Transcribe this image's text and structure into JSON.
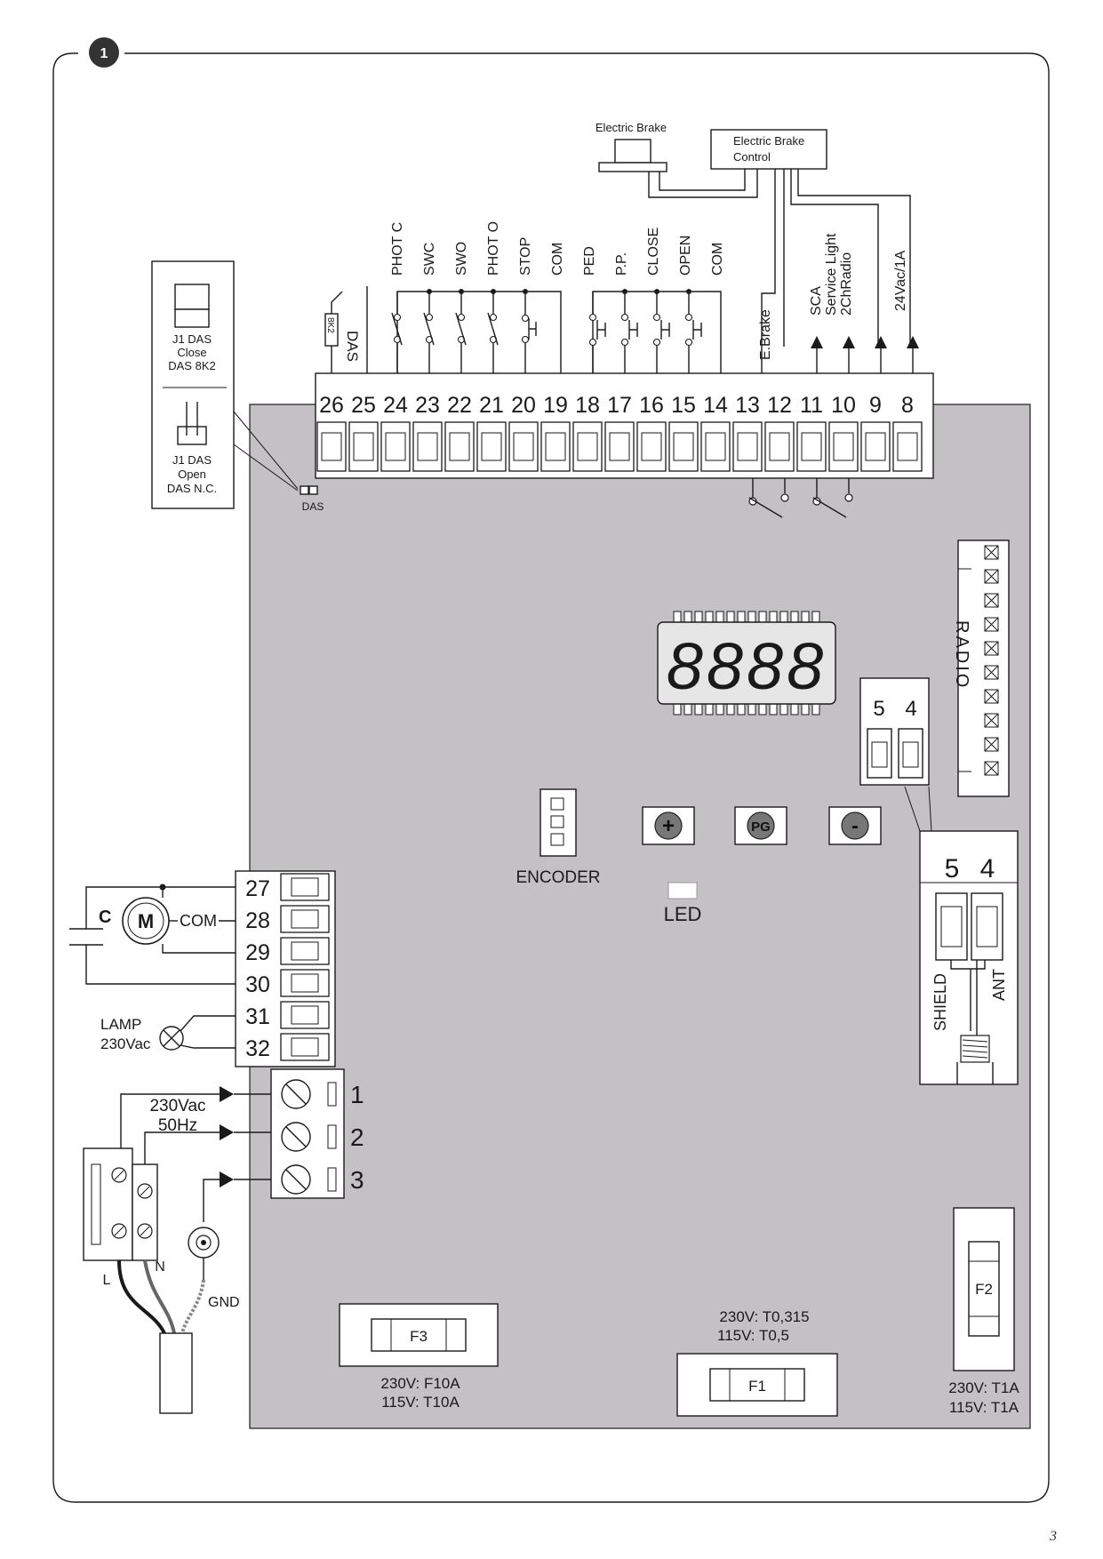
{
  "figure": {
    "number": "1"
  },
  "page_number": "3",
  "electric_brake": {
    "device_label": "Electric Brake",
    "control_label_line1": "Electric Brake",
    "control_label_line2": "Control"
  },
  "jumper": {
    "close_line1": "J1 DAS",
    "close_line2": "Close",
    "close_line3": "DAS 8K2",
    "open_line1": "J1 DAS",
    "open_line2": "Open",
    "open_line3": "DAS N.C.",
    "board_label": "DAS"
  },
  "das_input": {
    "label": "DAS",
    "resistor": "8K2"
  },
  "top_terminals": [
    "26",
    "25",
    "24",
    "23",
    "22",
    "21",
    "20",
    "19",
    "18",
    "17",
    "16",
    "15",
    "14",
    "13",
    "12",
    "11",
    "10",
    "9",
    "8"
  ],
  "top_terminal_labels": [
    {
      "id": "phot-c",
      "text": "PHOT C"
    },
    {
      "id": "swc",
      "text": "SWC"
    },
    {
      "id": "swo",
      "text": "SWO"
    },
    {
      "id": "phot-o",
      "text": "PHOT O"
    },
    {
      "id": "stop",
      "text": "STOP"
    },
    {
      "id": "com-1",
      "text": "COM"
    },
    {
      "id": "ped",
      "text": "PED"
    },
    {
      "id": "pp",
      "text": "P.P."
    },
    {
      "id": "close",
      "text": "CLOSE"
    },
    {
      "id": "open",
      "text": "OPEN"
    },
    {
      "id": "com-2",
      "text": "COM"
    },
    {
      "id": "ebrake",
      "text": "E.Brake"
    },
    {
      "id": "sca",
      "text": "SCA"
    },
    {
      "id": "service-light",
      "text": "Service Light"
    },
    {
      "id": "2chradio",
      "text": "2ChRadio"
    },
    {
      "id": "24vac",
      "text": "24Vac/1A"
    }
  ],
  "display": {
    "digits": "8888"
  },
  "radio": {
    "label": "RADIO"
  },
  "antenna": {
    "small_pins": [
      "5",
      "4"
    ],
    "big_pins": [
      "5",
      "4"
    ],
    "shield": "SHIELD",
    "ant": "ANT"
  },
  "encoder": {
    "label": "ENCODER"
  },
  "buttons": {
    "plus": "+",
    "pg": "PG",
    "minus": "-"
  },
  "led": {
    "label": "LED"
  },
  "motor_terminals": [
    "27",
    "28",
    "29",
    "30",
    "31",
    "32"
  ],
  "motor": {
    "symbol": "M",
    "com": "COM",
    "capacitor": "C"
  },
  "lamp": {
    "line1": "LAMP",
    "line2": "230Vac"
  },
  "power": {
    "terminals": [
      "1",
      "2",
      "3"
    ],
    "line1": "230Vac",
    "line2": "50Hz",
    "L": "L",
    "N": "N",
    "GND": "GND"
  },
  "fuses": {
    "f3": {
      "name": "F3",
      "rating1": "230V: F10A",
      "rating2": "115V: T10A"
    },
    "f1": {
      "name": "F1",
      "rating1": "230V: T0,315",
      "rating2": "115V: T0,5"
    },
    "f2": {
      "name": "F2",
      "rating1": "230V: T1A",
      "rating2": "115V: T1A"
    }
  },
  "colors": {
    "board": "#c3c1c3",
    "line": "#1a1a1a",
    "badge": "#333333"
  }
}
